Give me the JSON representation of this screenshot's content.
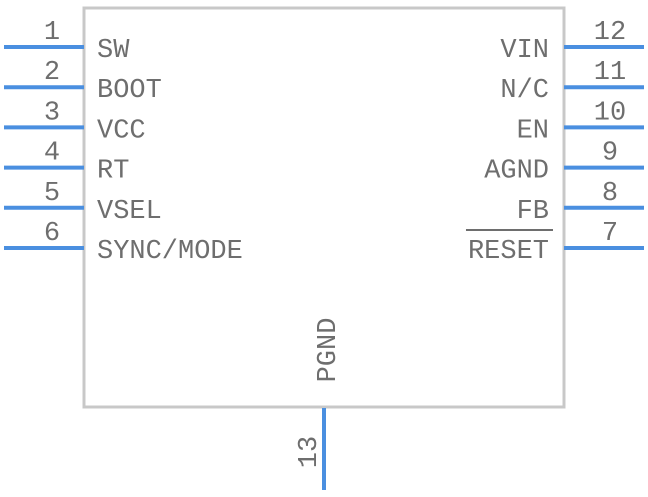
{
  "colors": {
    "body_outline": "#c8c8c8",
    "pin_line": "#4a8fe0",
    "text": "#6e6e6e",
    "background": "#ffffff"
  },
  "component": {
    "center_label": "PGND",
    "left_pins": [
      {
        "number": "1",
        "label": "SW"
      },
      {
        "number": "2",
        "label": "BOOT"
      },
      {
        "number": "3",
        "label": "VCC"
      },
      {
        "number": "4",
        "label": "RT"
      },
      {
        "number": "5",
        "label": "VSEL"
      },
      {
        "number": "6",
        "label": "SYNC/MODE"
      }
    ],
    "right_pins": [
      {
        "number": "12",
        "label": "VIN",
        "overbar": false
      },
      {
        "number": "11",
        "label": "N/C",
        "overbar": false
      },
      {
        "number": "10",
        "label": "EN",
        "overbar": false
      },
      {
        "number": "9",
        "label": "AGND",
        "overbar": false
      },
      {
        "number": "8",
        "label": "FB",
        "overbar": false
      },
      {
        "number": "7",
        "label": "RESET",
        "overbar": true
      }
    ],
    "bottom_pin": {
      "number": "13"
    }
  }
}
